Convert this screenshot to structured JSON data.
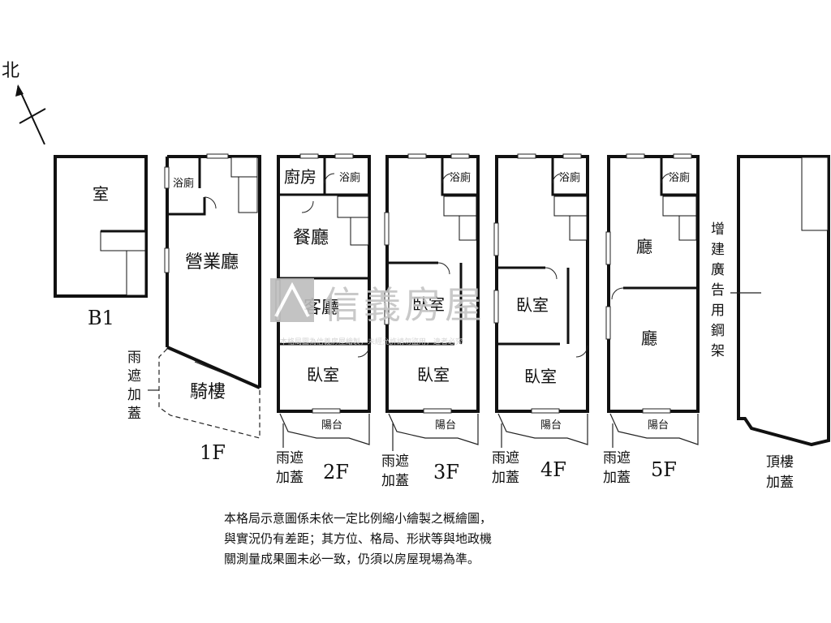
{
  "north_label": "北",
  "floors": {
    "b1": {
      "label": "B1",
      "rooms": [
        "室"
      ]
    },
    "f1": {
      "label": "1F",
      "rooms": [
        "浴廁",
        "營業廳",
        "騎樓"
      ],
      "annex": [
        "雨",
        "遮",
        "加",
        "蓋"
      ]
    },
    "f2": {
      "label": "2F",
      "rooms": [
        "廚房",
        "浴廁",
        "餐廳",
        "客廳",
        "臥室",
        "陽台"
      ],
      "annex": [
        "雨遮",
        "加蓋"
      ]
    },
    "f3": {
      "label": "3F",
      "rooms": [
        "浴廁",
        "臥室",
        "臥室",
        "陽台"
      ],
      "annex": [
        "雨遮",
        "加蓋"
      ]
    },
    "f4": {
      "label": "4F",
      "rooms": [
        "浴廁",
        "臥室",
        "臥室",
        "陽台"
      ],
      "annex": [
        "雨遮",
        "加蓋"
      ]
    },
    "f5": {
      "label": "5F",
      "rooms": [
        "浴廁",
        "廳",
        "廳",
        "陽台"
      ],
      "annex": [
        "雨遮",
        "加蓋"
      ]
    },
    "roof": {
      "label_lines": [
        "頂樓",
        "加蓋"
      ],
      "side_label": [
        "增",
        "建",
        "廣",
        "告",
        "用",
        "鋼",
        "架"
      ]
    }
  },
  "watermark": {
    "brand": "信義房屋",
    "subtext": "本格局圖為信義房屋繪製，未經允許請勿盜用，違者必究"
  },
  "disclaimer": [
    "本格局示意圖係未依一定比例縮小繪製之概繪圖，",
    "與實況仍有差距；其方位、格局、形狀等與地政機",
    "關測量成果圖未必一致，仍須以房屋現場為準。"
  ]
}
